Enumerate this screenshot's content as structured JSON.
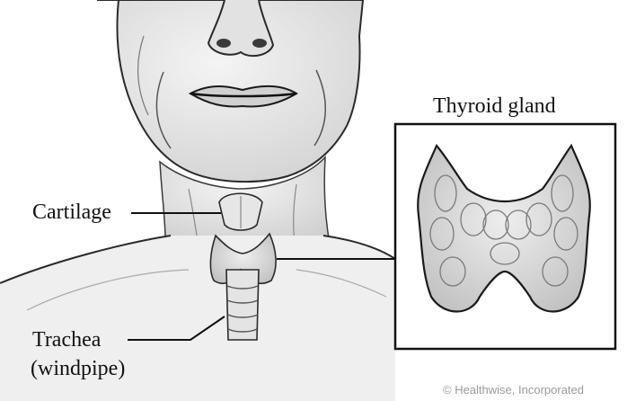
{
  "labels": {
    "thyroid_gland": "Thyroid gland",
    "cartilage": "Cartilage",
    "trachea": "Trachea",
    "windpipe": "(windpipe)"
  },
  "credit": "© Healthwise, Incorporated",
  "colors": {
    "ink": "#111111",
    "skin": "#e9e9e9",
    "gland": "#d6d6d6",
    "credit": "#9a9a9a"
  }
}
